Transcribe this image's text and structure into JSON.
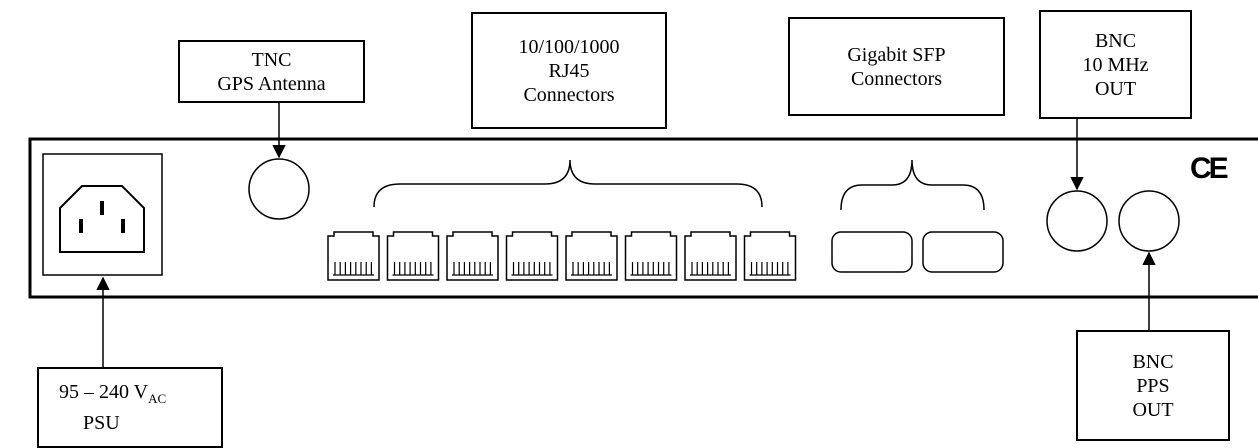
{
  "labels": {
    "tnc": {
      "line1": "TNC",
      "line2": "GPS Antenna"
    },
    "rj45": {
      "line1": "10/100/1000",
      "line2": "RJ45",
      "line3": "Connectors"
    },
    "sfp": {
      "line1": "Gigabit SFP",
      "line2": "Connectors"
    },
    "bnc10": {
      "line1": "BNC",
      "line2": "10 MHz",
      "line3": "OUT"
    },
    "bncpps": {
      "line1": "BNC",
      "line2": "PPS",
      "line3": "OUT"
    },
    "psu": {
      "voltage": "95 – 240 V",
      "voltage_sub": "AC",
      "name": "PSU"
    }
  },
  "marks": {
    "ce": "CE"
  },
  "components": {
    "rj45_count": 8,
    "sfp_count": 2,
    "bnc_count": 2
  }
}
